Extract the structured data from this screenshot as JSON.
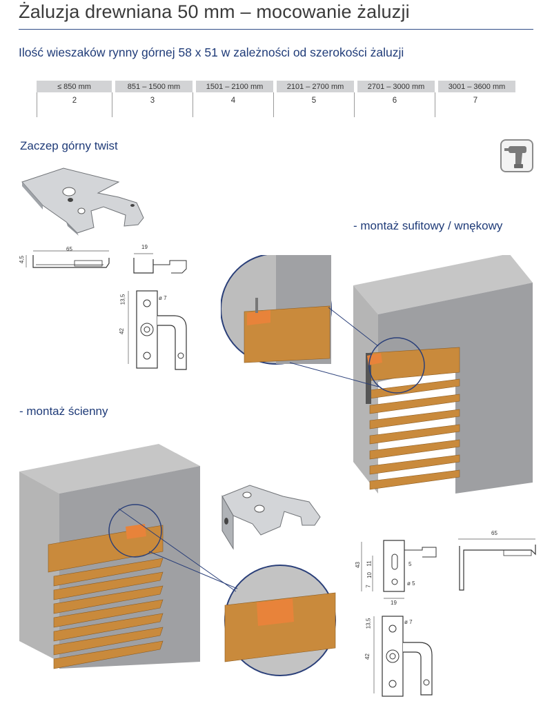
{
  "page": {
    "title": "Żaluzja drewniana 50 mm – mocowanie żaluzji",
    "subtitle": "Ilość wieszaków rynny górnej 58 x 51 w zależności od szerokości żaluzji"
  },
  "width_table": {
    "headers": [
      "≤ 850 mm",
      "851 – 1500 mm",
      "1501 – 2100 mm",
      "2101 – 2700 mm",
      "2701 – 3000 mm",
      "3001 – 3600 mm"
    ],
    "values": [
      "2",
      "3",
      "4",
      "5",
      "6",
      "7"
    ]
  },
  "sections": {
    "bracket_title": "Zaczep górny twist",
    "ceiling_mount": "- montaż sufitowy / wnękowy",
    "wall_mount": "- montaż ścienny"
  },
  "dimensions": {
    "top_side_width": "65",
    "top_side_height": "4,5",
    "top_end_width": "19",
    "top_front_13": "13,5",
    "top_front_42": "42",
    "top_front_hole": "ø 7",
    "wall_43": "43",
    "wall_11": "11",
    "wall_10": "10",
    "wall_7": "7",
    "wall_5": "5",
    "wall_hole5": "ø 5",
    "wall_19": "19",
    "wall_side_width": "65",
    "wall_front_13": "13,5",
    "wall_front_42": "42",
    "wall_front_hole": "ø 7"
  },
  "colors": {
    "brand_blue": "#1f3b78",
    "wood": "#c98a3c",
    "bracket_orange": "#e8833a",
    "concrete": "#b8b8b8",
    "wall_gray": "#9d9fa2"
  },
  "icons": {
    "tool": "drill-icon"
  }
}
